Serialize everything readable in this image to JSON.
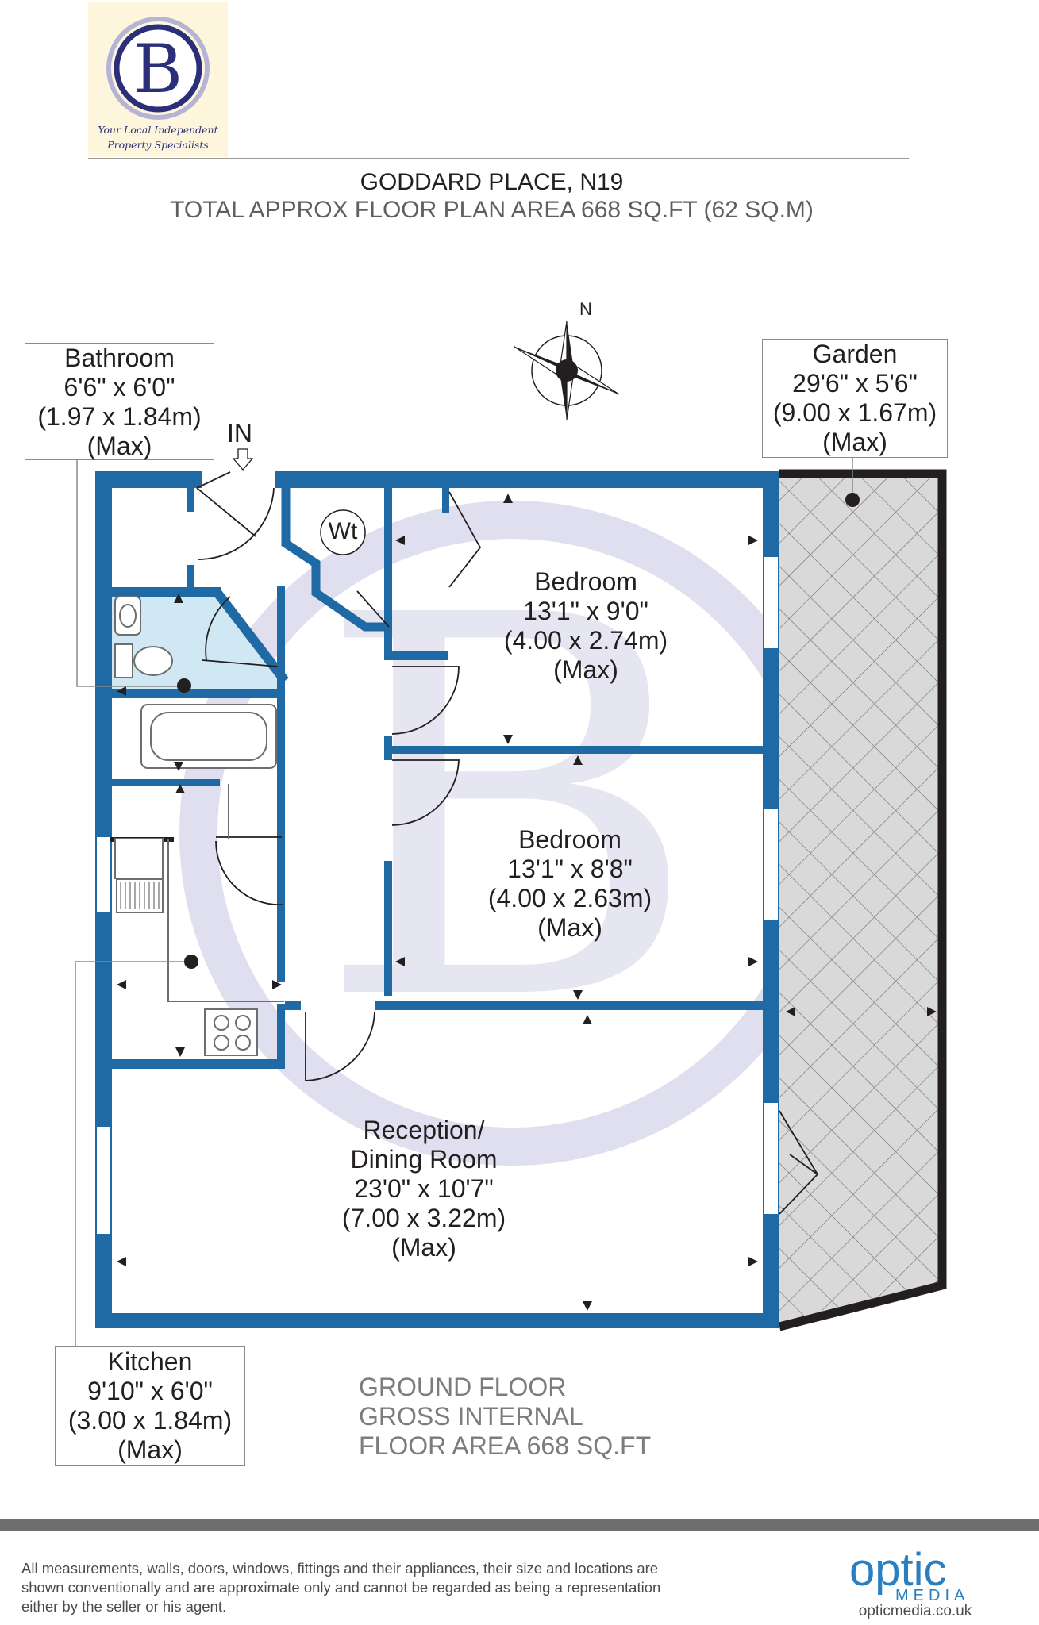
{
  "logo": {
    "letter": "B",
    "tagline_line1": "Your Local Independent",
    "tagline_line2": "Property Specialists"
  },
  "header": {
    "title": "GODDARD PLACE, N19",
    "subtitle": "TOTAL APPROX FLOOR PLAN AREA 668 SQ.FT (62 SQ.M)"
  },
  "compass": {
    "north_label": "N"
  },
  "entrance": {
    "label": "IN"
  },
  "wc_label": "Wt",
  "rooms": {
    "bathroom": {
      "name": "Bathroom",
      "size_imperial": "6'6\" x 6'0\"",
      "size_metric": "(1.97 x 1.84m)",
      "note": "(Max)"
    },
    "garden": {
      "name": "Garden",
      "size_imperial": "29'6\" x 5'6\"",
      "size_metric": "(9.00 x 1.67m)",
      "note": "(Max)"
    },
    "bedroom1": {
      "name": "Bedroom",
      "size_imperial": "13'1\" x 9'0\"",
      "size_metric": "(4.00 x 2.74m)",
      "note": "(Max)"
    },
    "bedroom2": {
      "name": "Bedroom",
      "size_imperial": "13'1\" x 8'8\"",
      "size_metric": "(4.00 x 2.63m)",
      "note": "(Max)"
    },
    "reception": {
      "name_line1": "Reception/",
      "name_line2": "Dining Room",
      "size_imperial": "23'0\" x 10'7\"",
      "size_metric": "(7.00 x 3.22m)",
      "note": "(Max)"
    },
    "kitchen": {
      "name": "Kitchen",
      "size_imperial": "9'10\" x 6'0\"",
      "size_metric": "(3.00 x 1.84m)",
      "note": "(Max)"
    }
  },
  "floor_info": {
    "line1": "GROUND FLOOR",
    "line2": "GROSS INTERNAL",
    "line3": "FLOOR AREA 668 SQ.FT"
  },
  "footer": {
    "disclaimer_line1": "All measurements, walls, doors, windows, fittings and their appliances, their size and locations are",
    "disclaimer_line2": "shown conventionally and are approximate only and cannot be regarded as being a representation",
    "disclaimer_line3": "either by the seller or his agent.",
    "brand_main": "optic",
    "brand_sub": "MEDIA",
    "brand_url": "opticmedia.co.uk"
  },
  "colors": {
    "wall": "#1f6aa5",
    "bathroom_fill": "#cfe8f3",
    "garden_fill": "#d9d9d9",
    "watermark": "#dcdcee",
    "brand_blue": "#2b2f7a",
    "optic_blue": "#2a7fc1"
  }
}
